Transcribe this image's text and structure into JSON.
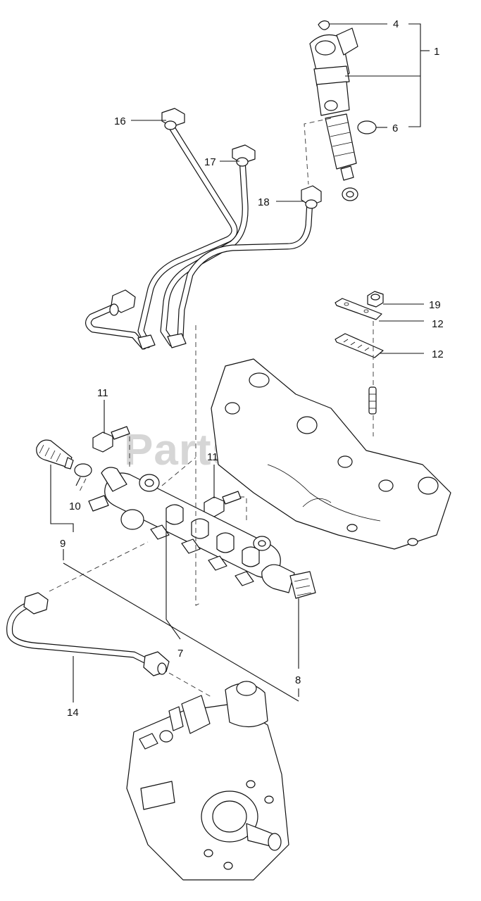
{
  "watermark": "PartsTree",
  "callouts": {
    "c1": "1",
    "c4": "4",
    "c6": "6",
    "c16": "16",
    "c17": "17",
    "c18": "18",
    "c19": "19",
    "c12a": "12",
    "c12b": "12",
    "c11a": "11",
    "c11b": "11",
    "c10": "10",
    "c9": "9",
    "c7": "7",
    "c8": "8",
    "c14": "14"
  }
}
